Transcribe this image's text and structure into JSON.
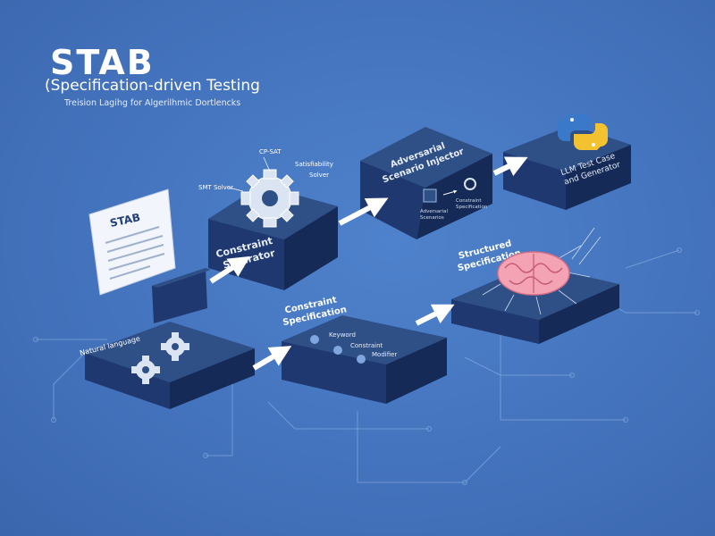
{
  "header": {
    "title": "STAB",
    "subtitle": "(Specification-driven Testing",
    "tagline": "Treision Lagihg for Algerilhmic Dortlencks"
  },
  "document": {
    "label": "STAB"
  },
  "nodes": {
    "constraint_saturator": [
      "Constraint",
      "Saturator"
    ],
    "adversarial_injector": [
      "Adversarial",
      "Scenario Injector"
    ],
    "llm_generator": [
      "LLM Test Case",
      "and Generator"
    ],
    "structured_specification": [
      "Structured",
      "Specification"
    ],
    "constraint_specification": [
      "Constraint",
      "Specification"
    ],
    "natural_language": "Natural language"
  },
  "small_labels": {
    "cp_sat": "CP-SAT",
    "sub1": "Satisfiability",
    "sub2": "Solver",
    "sub3": "SMT Solver",
    "injector_left": [
      "Adversarial",
      "Scenarios"
    ],
    "injector_right": [
      "Constraint",
      "Specification"
    ],
    "spec_items": [
      "Keyword",
      "Constraint",
      "Modifier"
    ]
  },
  "colors": {
    "background": "#4473bd",
    "box_top": "#2f4f87",
    "box_front": "#1f3870",
    "box_side": "#162a57",
    "arrow": "#ffffff",
    "gear": "#dbe4f2",
    "python_blue": "#3a78c9",
    "python_yellow": "#f2c230",
    "brain": "#f3a3b3"
  },
  "icons": [
    "document-icon",
    "gear-icon",
    "python-icon",
    "brain-icon"
  ]
}
